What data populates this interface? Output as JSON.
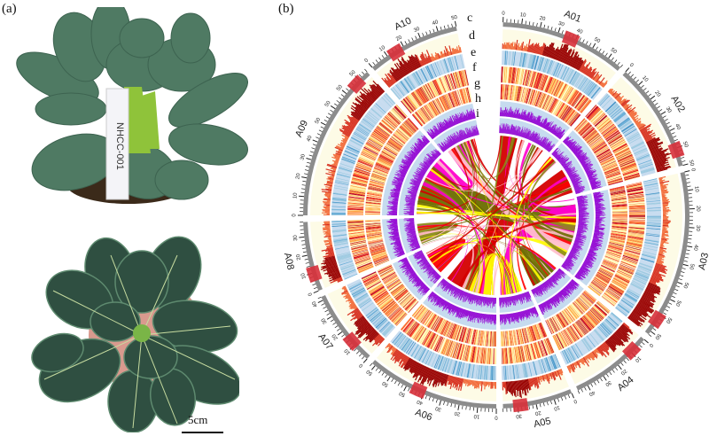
{
  "figure": {
    "panel_a": {
      "label": "(a)",
      "photo_top": {
        "description": "side view of pak choi plant in soil with label tag",
        "tag_text": "NHCC-001"
      },
      "photo_bottom": {
        "description": "top view of pak choi rosette in pot"
      },
      "scale_bar_label": "5cm"
    },
    "panel_b": {
      "label": "(b)",
      "type": "circos genome plot",
      "track_labels": [
        "c",
        "d",
        "e",
        "f",
        "g",
        "h",
        "i"
      ],
      "chromosomes": [
        {
          "name": "A01",
          "start": 2,
          "end": 40,
          "centromere": 0.55
        },
        {
          "name": "A02",
          "start": 42,
          "end": 75,
          "centromere": 0.85
        },
        {
          "name": "A03",
          "start": 77,
          "end": 128,
          "centromere": 0.9
        },
        {
          "name": "A04",
          "start": 130,
          "end": 155,
          "centromere": 0.2
        },
        {
          "name": "A05",
          "start": 157,
          "end": 178,
          "centromere": 0.75
        },
        {
          "name": "A06",
          "start": 180,
          "end": 220,
          "centromere": 0.6
        },
        {
          "name": "A07",
          "start": 222,
          "end": 245,
          "centromere": 0.3
        },
        {
          "name": "A08",
          "start": 247,
          "end": 268,
          "centromere": 0.25
        },
        {
          "name": "A09",
          "start": 270,
          "end": 318,
          "centromere": 0.9
        },
        {
          "name": "A10",
          "start": 320,
          "end": 348,
          "centromere": 0.3
        }
      ],
      "tick_labels": [
        "0",
        "10",
        "20",
        "30",
        "40",
        "50"
      ],
      "colors": {
        "ideogram": "#8c8c8c",
        "centromere": "#d7303a",
        "track_d_bg": "#fdfbe6",
        "track_d_bar": [
          "#f26b3a",
          "#d7301f",
          "#990000"
        ],
        "track_e": [
          "#c6dbef",
          "#9ecae1",
          "#6baed6",
          "#4292c6"
        ],
        "track_fg": [
          "#ffffcc",
          "#ffeda0",
          "#fed976",
          "#feb24c",
          "#fd8d3c",
          "#fc4e2a",
          "#e31a1c",
          "#b10026"
        ],
        "track_hi_bg": "#c6dbef",
        "track_hi_bar": "#9400d3",
        "links": [
          "#d40000",
          "#ff0000",
          "#6b6b00",
          "#8b8b1a",
          "#ff00cc",
          "#ffff00",
          "#ffc0cb"
        ]
      }
    }
  }
}
